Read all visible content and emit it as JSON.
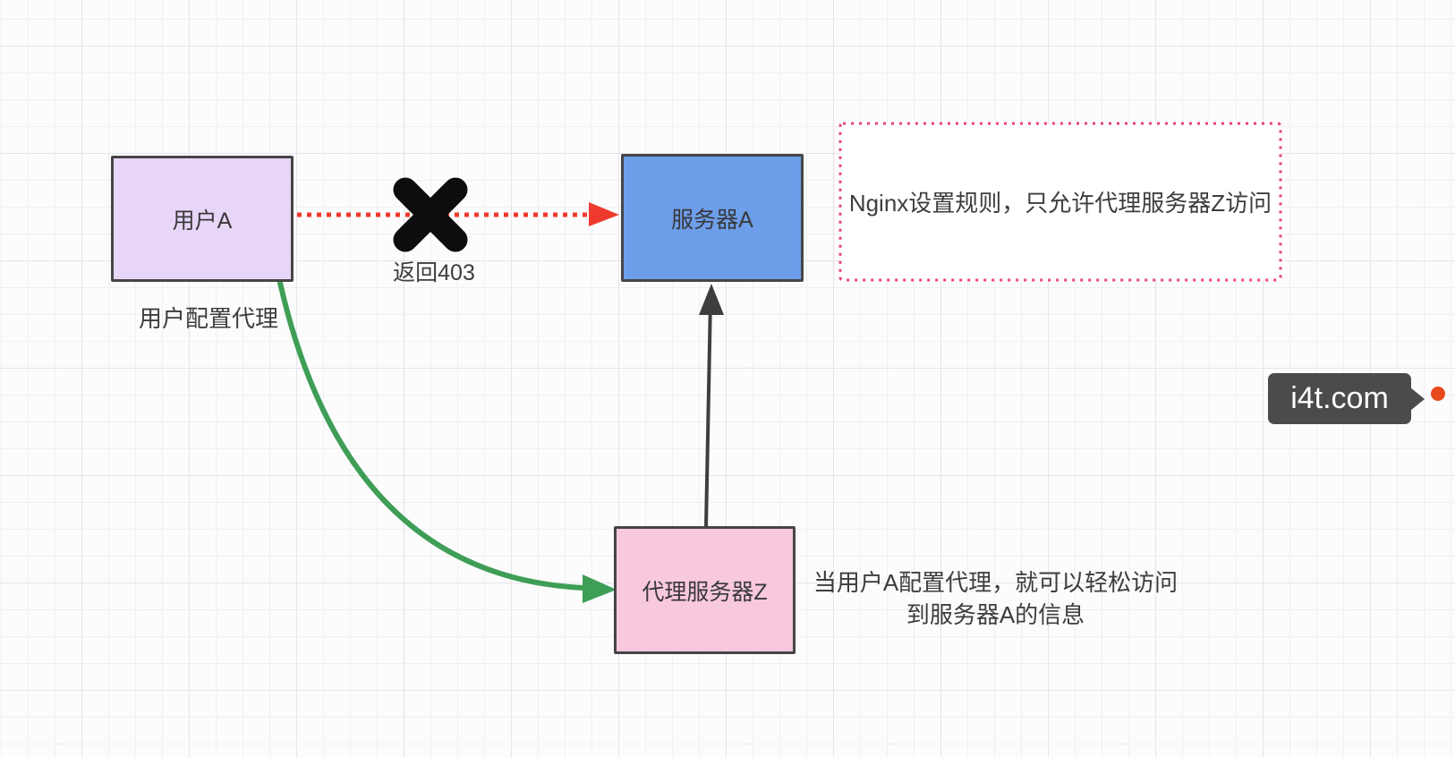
{
  "diagram": {
    "nodes": {
      "user_a": {
        "label": "用户A",
        "fill": "#e8d6f8"
      },
      "server_a": {
        "label": "服务器A",
        "fill": "#6d9eea"
      },
      "proxy_z": {
        "label": "代理服务器Z",
        "fill": "#f8c8de"
      }
    },
    "annotations": {
      "user_note": "用户配置代理",
      "return_403": "返回403",
      "nginx_rule": "Nginx设置规则，只允许代理服务器Z访问",
      "proxy_note_line1": "当用户A配置代理，就可以轻松访问",
      "proxy_note_line2": "到服务器A的信息"
    },
    "edges": {
      "blocked_request": {
        "from": "用户A",
        "to": "服务器A",
        "style": "dotted",
        "color": "#ee3a2c",
        "status": "blocked"
      },
      "proxy_config": {
        "from": "用户A",
        "to": "代理服务器Z",
        "style": "curved",
        "color": "#3f9e56"
      },
      "proxy_forward": {
        "from": "代理服务器Z",
        "to": "服务器A",
        "style": "solid",
        "color": "#3e3e40"
      }
    },
    "rule_box": {
      "border_color": "#e8437c",
      "fill": "#ffffff"
    },
    "x_mark_color": "#0d0d0d"
  },
  "watermark": {
    "label": "i4t.com",
    "bubble_color": "#4b4b4d",
    "dot_color": "#e8491d"
  }
}
